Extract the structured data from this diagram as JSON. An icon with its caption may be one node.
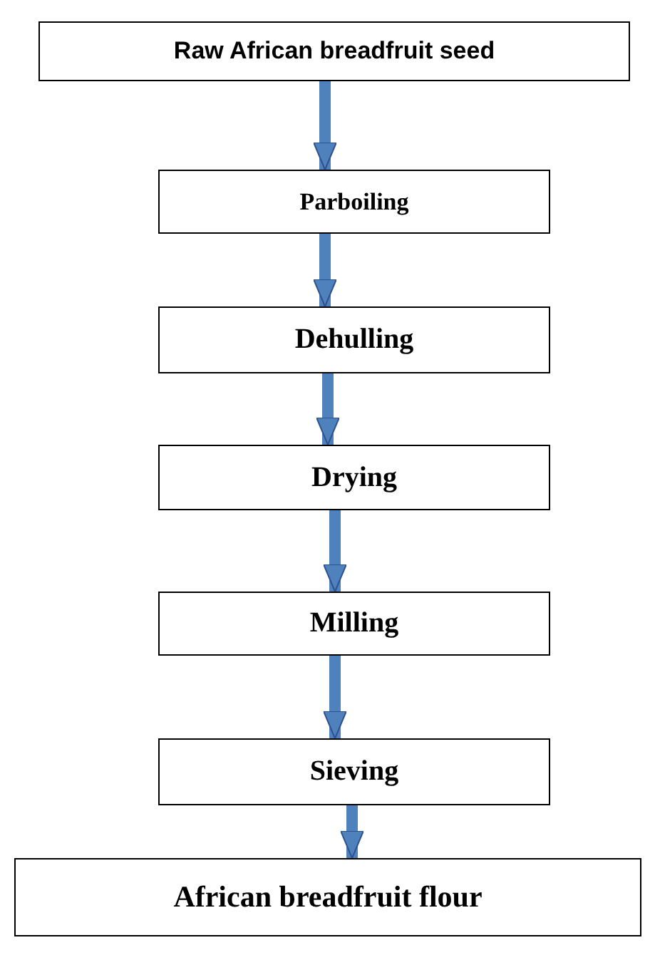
{
  "diagram": {
    "nodes": [
      {
        "text": [
          "Raw African breadfruit seed"
        ]
      },
      {
        "text": [
          "Parboiling"
        ]
      },
      {
        "text": [
          "Dehulling"
        ]
      },
      {
        "text": [
          "Drying"
        ]
      },
      {
        "text": [
          "Milling"
        ]
      },
      {
        "text": [
          "Sieving"
        ]
      },
      {
        "text": [
          "African breadfruit flour"
        ]
      }
    ],
    "edges": [
      {
        "from": 0,
        "to": 1,
        "arrow": "to"
      },
      {
        "from": 1,
        "to": 2,
        "arrow": "to"
      },
      {
        "from": 2,
        "to": 3,
        "arrow": "to"
      },
      {
        "from": 3,
        "to": 4,
        "arrow": "to"
      },
      {
        "from": 4,
        "to": 5,
        "arrow": "to"
      },
      {
        "from": 5,
        "to": 6,
        "arrow": "to"
      }
    ]
  }
}
